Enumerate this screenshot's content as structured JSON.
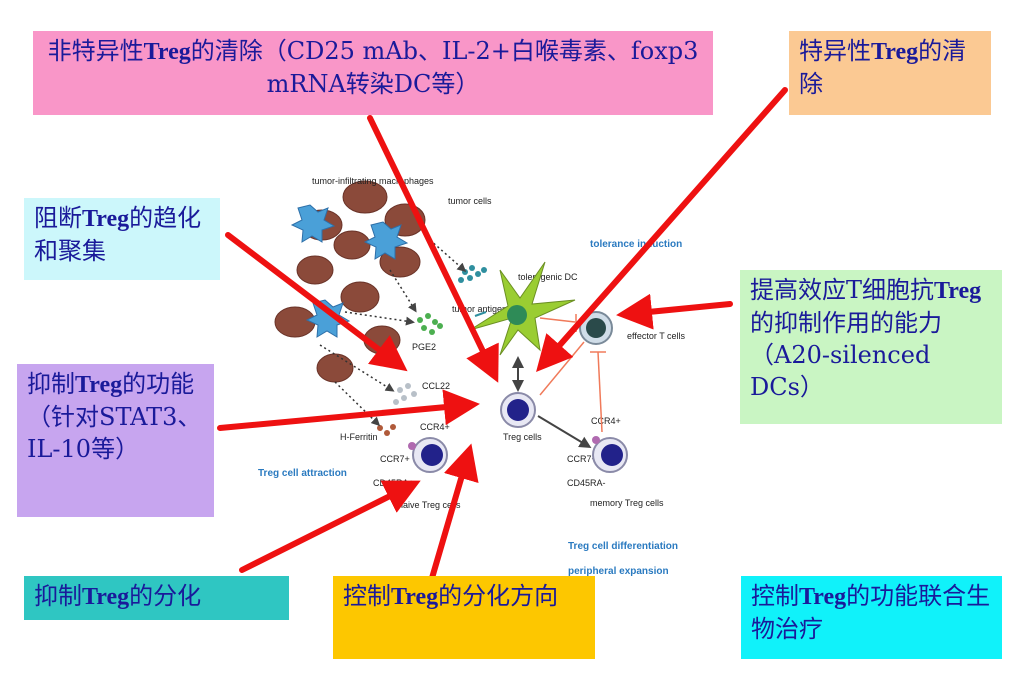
{
  "boxes": {
    "nonspecific": {
      "pre": "非特异性",
      "bold": "Treg",
      "post": "的清除（CD25 mAb、IL-2+白喉毒素、foxp3 mRNA转染DC等）",
      "bg": "#f996c8"
    },
    "specific": {
      "pre": "特异性",
      "bold": "Treg",
      "post": "的清除",
      "bg": "#fbc993"
    },
    "block": {
      "pre": "阻断",
      "bold": "Treg",
      "post": "的趋化和聚集",
      "bg": "#ccf7fb"
    },
    "enhance": {
      "pre": "提高效应T细胞抗",
      "bold": "Treg",
      "post": "的抑制作用的能力（A20-silenced DCs）",
      "bg": "#c9f5c3"
    },
    "inhibit_func": {
      "pre": "抑制",
      "bold": "Treg",
      "post": "的功能（针对STAT3、IL-10等）",
      "bg": "#c7a5ef"
    },
    "inhibit_diff": {
      "pre": "抑制",
      "bold": "Treg",
      "post": "的分化",
      "bg": "#2fc6c2"
    },
    "control_diff": {
      "pre": "控制",
      "bold": "Treg",
      "post": "的分化方向",
      "bg": "#fdc700"
    },
    "control_func": {
      "pre": "控制",
      "bold": "Treg",
      "post": "的功能联合生物治疗",
      "bg": "#10f2fa"
    }
  },
  "diagram": {
    "tumor_macrophages": "tumor-infiltrating macrophages",
    "tumor_cells": "tumor cells",
    "tolerance_induction": "tolerance induction",
    "tolerogenic_dc": "tolerogenic DC",
    "tumor_antigen": "tumor antigen",
    "pge2": "PGE2",
    "effector_t": "effector T cells",
    "ccl22": "CCL22",
    "h_ferritin": "H-Ferritin",
    "treg_cells": "Treg cells",
    "ccr4": "CCR4+",
    "ccr7": "CCR7+",
    "cd45ra": "CD45RA+",
    "naive_treg": "naive Treg cells",
    "ccr4_mem": "CCR4+",
    "ccr7_mem": "CCR7+/-",
    "cd45ra_mem": "CD45RA-",
    "memory_treg": "memory Treg cells",
    "treg_attraction": "Treg cell attraction",
    "treg_differentiation": "Treg cell differentiation",
    "peripheral_expansion": "peripheral expansion"
  },
  "colors": {
    "box_text": "#1a1a9a",
    "arrow": "#ee1111",
    "diagram_blue": "#2a7ac0"
  }
}
